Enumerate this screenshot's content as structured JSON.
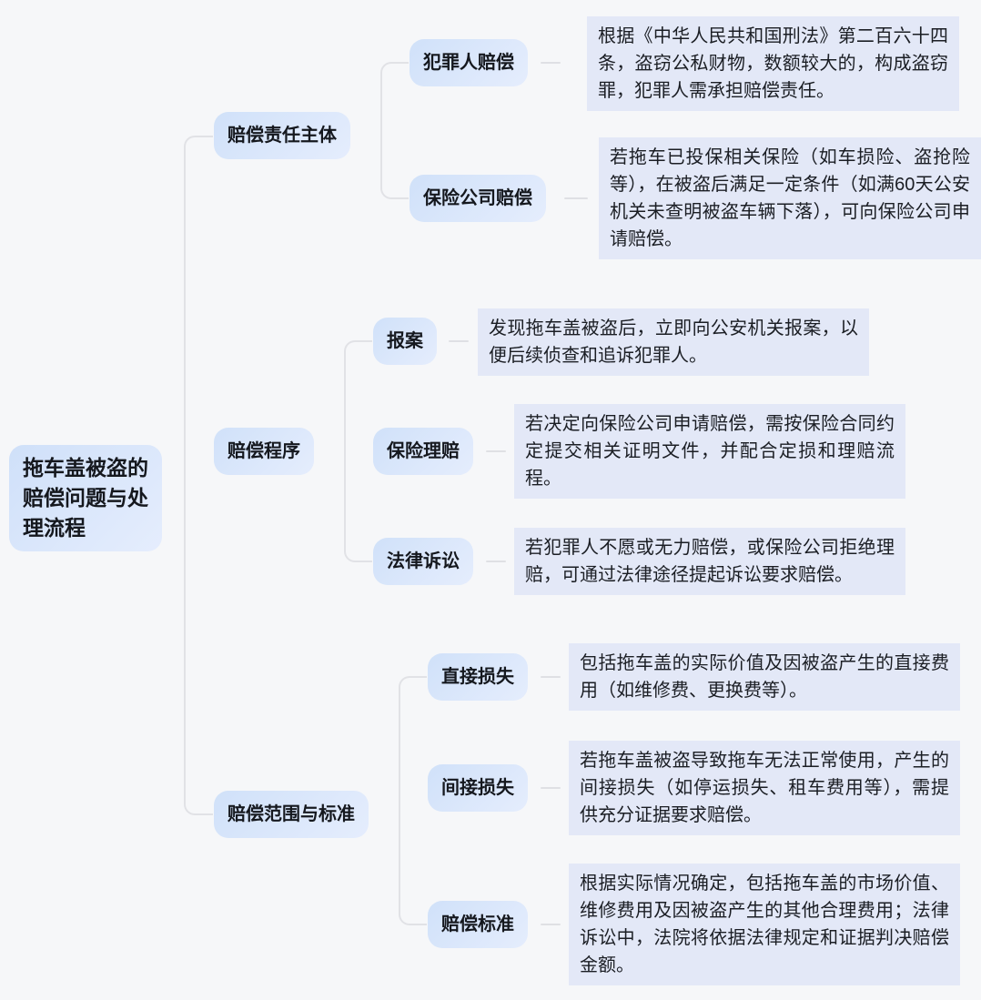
{
  "colors": {
    "canvas_bg": "#f6f7f9",
    "topic_bg_start": "#cfe0f9",
    "topic_bg_end": "#e5edfd",
    "desc_bg": "#e3e8f7",
    "connector_line": "#e1e2e6",
    "text": "#15181e"
  },
  "mindmap": {
    "root": {
      "label": "拖车盖被盗的赔偿问题与处理流程"
    },
    "branches": [
      {
        "label": "赔偿责任主体",
        "children": [
          {
            "label": "犯罪人赔偿",
            "desc": "根据《中华人民共和国刑法》第二百六十四条，盗窃公私财物，数额较大的，构成盗窃罪，犯罪人需承担赔偿责任。"
          },
          {
            "label": "保险公司赔偿",
            "desc": "若拖车已投保相关保险（如车损险、盗抢险等），在被盗后满足一定条件（如满60天公安机关未查明被盗车辆下落），可向保险公司申请赔偿。"
          }
        ]
      },
      {
        "label": "赔偿程序",
        "children": [
          {
            "label": "报案",
            "desc": "发现拖车盖被盗后，立即向公安机关报案，以便后续侦查和追诉犯罪人。"
          },
          {
            "label": "保险理赔",
            "desc": "若决定向保险公司申请赔偿，需按保险合同约定提交相关证明文件，并配合定损和理赔流程。"
          },
          {
            "label": "法律诉讼",
            "desc": "若犯罪人不愿或无力赔偿，或保险公司拒绝理赔，可通过法律途径提起诉讼要求赔偿。"
          }
        ]
      },
      {
        "label": "赔偿范围与标准",
        "children": [
          {
            "label": "直接损失",
            "desc": "包括拖车盖的实际价值及因被盗产生的直接费用（如维修费、更换费等）。"
          },
          {
            "label": "间接损失",
            "desc": "若拖车盖被盗导致拖车无法正常使用，产生的间接损失（如停运损失、租车费用等），需提供充分证据要求赔偿。"
          },
          {
            "label": "赔偿标准",
            "desc": "根据实际情况确定，包括拖车盖的市场价值、维修费用及因被盗产生的其他合理费用；法律诉讼中，法院将依据法律规定和证据判决赔偿金额。"
          }
        ]
      }
    ]
  }
}
